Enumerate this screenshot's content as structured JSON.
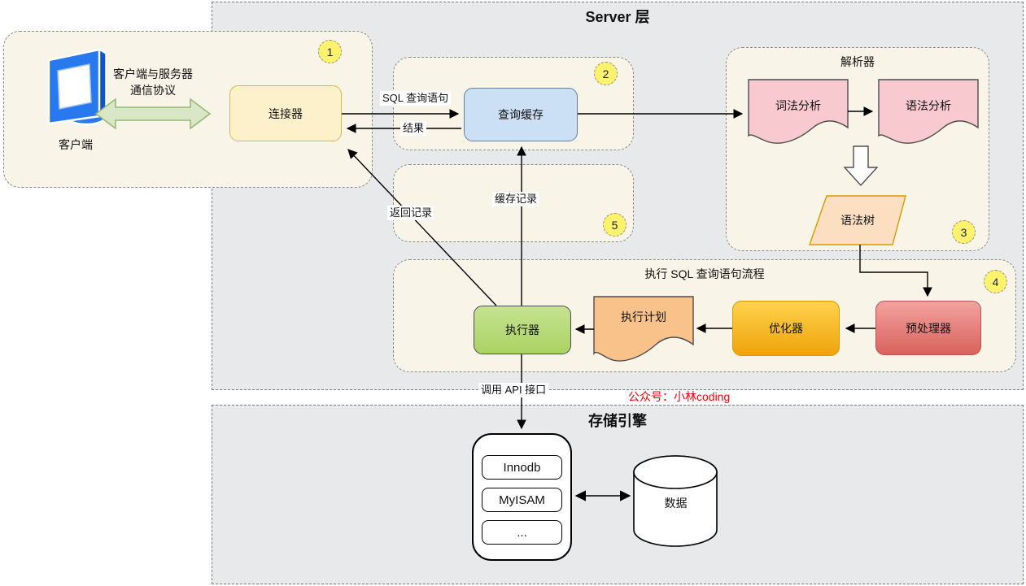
{
  "titles": {
    "server_layer": "Server 层",
    "storage_engine": "存储引擎",
    "parser": "解析器",
    "exec_flow": "执行 SQL 查询语句流程"
  },
  "badges": {
    "connection": "1",
    "query_cache": "2",
    "parser": "3",
    "exec_flow": "4",
    "cache_return": "5"
  },
  "client": {
    "label": "客户端",
    "protocol_line1": "客户端与服务器",
    "protocol_line2": "通信协议"
  },
  "nodes": {
    "connector": "连接器",
    "query_cache": "查询缓存",
    "lexical_analysis": "词法分析",
    "syntax_analysis": "语法分析",
    "syntax_tree": "语法树",
    "preprocessor": "预处理器",
    "optimizer": "优化器",
    "execution_plan": "执行计划",
    "executor": "执行器",
    "innodb": "Innodb",
    "myisam": "MyISAM",
    "more_engines": "...",
    "data": "数据"
  },
  "edge_labels": {
    "sql_query": "SQL 查询语句",
    "result": "结果",
    "cache_record": "缓存记录",
    "return_record": "返回记录",
    "call_api": "调用 API 接口"
  },
  "watermark": "公众号：小林coding",
  "colors": {
    "layer_region_bg": "#e7e9eb",
    "subregion_bg": "#f8f4e8",
    "connector_fill": "#fdf1cc",
    "connector_stroke": "#d6b656",
    "query_cache_fill": "#cbdff5",
    "doc_pink_fill": "#f8c9ce",
    "syntax_tree_fill": "#fbdfc0",
    "syntax_tree_stroke": "#d79b00",
    "optimizer_fill": "#f7b416",
    "preprocessor_fill": "#e0716c",
    "executor_fill": "#b8d97a",
    "exec_plan_fill": "#f9c28b",
    "badge_fill": "#fcf26d",
    "green_arrow_fill": "#d9e7c7",
    "watermark_color": "#fb0106",
    "client_icon_blue": "#2878ee"
  }
}
